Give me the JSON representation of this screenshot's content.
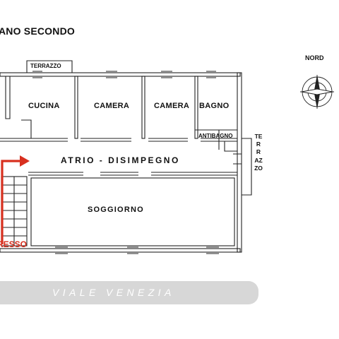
{
  "title": "ANO SECONDO",
  "rooms": {
    "terrazzo_top": "TERRAZZO",
    "cucina": "CUCINA",
    "camera1": "CAMERA",
    "camera2": "CAMERA",
    "bagno": "BAGNO",
    "antibagno": "ANTIBAGNO",
    "atrio": "ATRIO - DISIMPEGNO",
    "soggiorno": "SOGGIORNO",
    "terrazzo_side": "TERRAZZO"
  },
  "entrance": {
    "label": "RESSO",
    "color": "#d8301f"
  },
  "street": "VIALE VENEZIA",
  "compass": {
    "label": "NORD"
  },
  "colors": {
    "wall": "#222222",
    "street_band": "#d7d7d7",
    "arrow": "#d8301f"
  }
}
